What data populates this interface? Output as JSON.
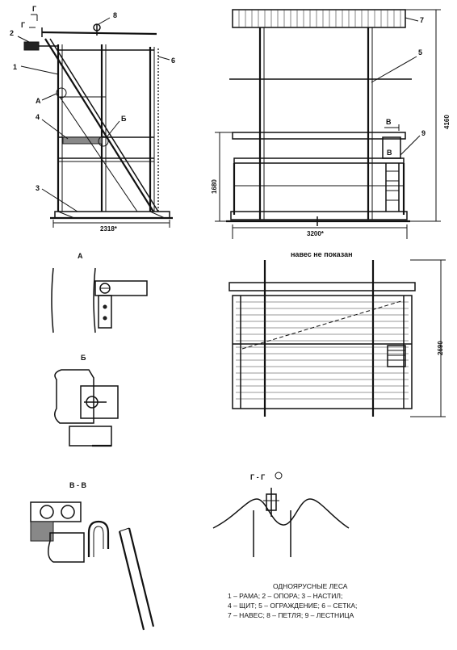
{
  "callouts": {
    "n1": "1",
    "n2": "2",
    "n3": "3",
    "n4": "4",
    "n5": "5",
    "n6": "6",
    "n7": "7",
    "n8": "8",
    "n9": "9"
  },
  "section_marks": {
    "a": "А",
    "b": "Б",
    "v": "В",
    "g": "Г"
  },
  "dimensions": {
    "front_width": "2318*",
    "side_width": "3200*",
    "side_height_total": "4160",
    "side_height_rail": "1680",
    "plan_depth": "2690"
  },
  "labels": {
    "canopy_not_shown": "навес не показан",
    "detail_a": "А",
    "detail_b": "Б",
    "section_vv": "В - В",
    "section_gg": "Г - Г"
  },
  "caption": {
    "title": "ОДНОЯРУСНЫЕ ЛЕСА",
    "line1": "1 – РАМА; 2 – ОПОРА; 3 – НАСТИЛ;",
    "line2": "4 – ЩИТ; 5 – ОГРАЖДЕНИЕ; 6 – СЕТКА;",
    "line3": "7 – НАВЕС; 8 – ПЕТЛЯ; 9 – ЛЕСТНИЦА"
  }
}
